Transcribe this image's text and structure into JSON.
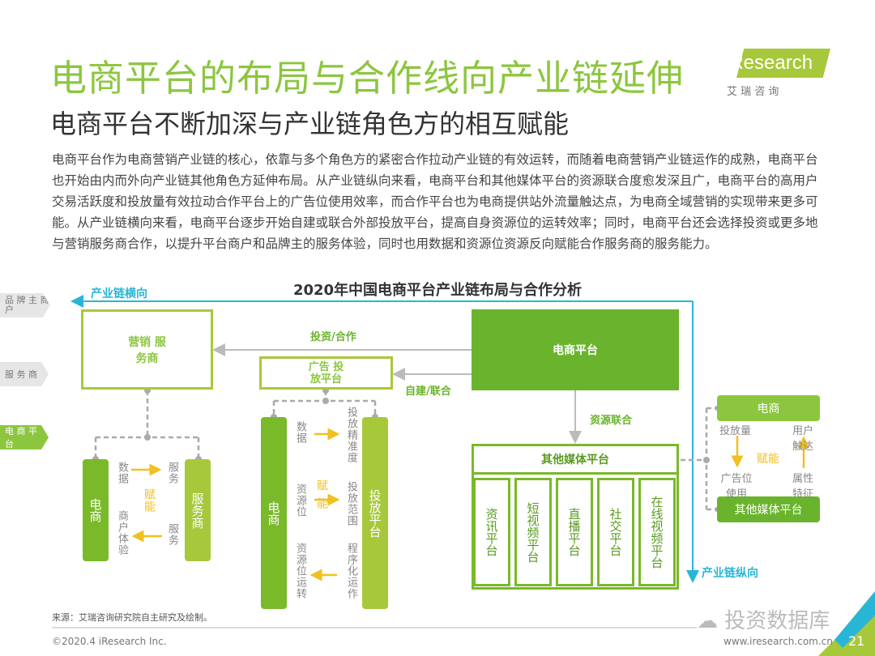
{
  "title": "电商平台的布局与合作线向产业链延伸",
  "subtitle": "电商平台不断加深与产业链角色方的相互赋能",
  "logo": {
    "brand": "iResearch",
    "cn": "艾 瑞 咨 询"
  },
  "paragraph": "电商平台作为电商营销产业链的核心，依靠与多个角色方的紧密合作拉动产业链的有效运转，而随着电商营销产业链运作的成熟，电商平台也开始由内而外向产业链其他角色方延伸布局。从产业链纵向来看，电商平台和其他媒体平台的资源联合度愈发深且广，电商平台的高用户交易活跃度和投放量有效拉动合作平台上的广告位使用效率，而合作平台也为电商提供站外流量触达点，为电商全域营销的实现带来更多可能。从产业链横向来看，电商平台逐步开始自建或联合外部投放平台，提高自身资源位的运转效率；同时，电商平台还会选择投资或更多地与营销服务商合作，以提升平台商户和品牌主的服务体验，同时也用数据和资源位资源反向赋能合作服务商的服务能力。",
  "diagram": {
    "title": "2020年中国电商平台产业链布局与合作分析",
    "side_tags": [
      "品 牌 主 商 户",
      "服 务 商",
      "电 商 平 台"
    ],
    "horizontal_label": "产业链横向",
    "vertical_label": "产业链纵向",
    "marketing_box": "营销 服务商",
    "ad_box": "广告 投放平台",
    "ecom_box": "电商平台",
    "invest_label": "投资/合作",
    "self_label": "自建/联合",
    "resource_label": "资源联合",
    "media_header": "其他媒体平台",
    "media_cols": [
      "资讯平台",
      "短视频平台",
      "直播平台",
      "社交平台",
      "在线视频平台"
    ],
    "left_group": {
      "bar1": "电商",
      "bar2": "服务商",
      "t1": "数据",
      "t2": "服务",
      "t3": "商户体验",
      "t4": "服务",
      "enable": "赋能"
    },
    "mid_group": {
      "bar1": "电商",
      "bar2": "投放平台",
      "t1": "数据",
      "t2": "投放精准度",
      "t3": "资源位",
      "t4": "投放范围",
      "t5": "资源位运转",
      "t6": "程序化运作",
      "enable": "赋能"
    },
    "right_group": {
      "top": "电商",
      "bottom": "其他媒体平台",
      "t1": "投放量",
      "t2": "用户触达",
      "t3": "广告位使用",
      "t4": "属性特征",
      "enable": "赋能"
    }
  },
  "source": "来源：艾瑞咨询研究院自主研究及绘制。",
  "footer": {
    "copyright": "©2020.4 iResearch Inc.",
    "url": "www.iresearch.com.cn",
    "page": "21",
    "watermark": "投资数据库"
  }
}
